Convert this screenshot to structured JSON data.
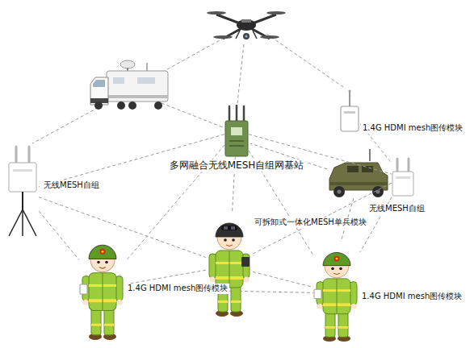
{
  "diagram": {
    "nodes": [
      {
        "text": [
          "1.4G HDMI mesh图传模块"
        ]
      },
      {
        "text": [
          "多网融合无线MESH自组网基站"
        ]
      },
      {
        "text": [
          "无线MESH自组"
        ]
      },
      {
        "text": [
          "无线MESH自组"
        ]
      },
      {
        "text": [
          "可拆卸式一体化MESH单兵模块"
        ]
      },
      {
        "text": [
          "1.4G HDMI mesh图传模块"
        ]
      },
      {
        "text": [
          "1.4G HDMI mesh图传模块"
        ]
      }
    ],
    "edges": [
      {
        "from": 1,
        "to": 2,
        "arrow": "none"
      },
      {
        "from": 1,
        "to": 3,
        "arrow": "none"
      },
      {
        "from": 1,
        "to": 4,
        "arrow": "none"
      },
      {
        "from": 1,
        "to": 5,
        "arrow": "none"
      },
      {
        "from": 1,
        "to": 6,
        "arrow": "none"
      },
      {
        "from": 0,
        "to": 3,
        "arrow": "none"
      },
      {
        "from": 2,
        "to": 5,
        "arrow": "none"
      },
      {
        "from": 2,
        "to": 4,
        "arrow": "none"
      },
      {
        "from": 3,
        "to": 6,
        "arrow": "none"
      },
      {
        "from": 3,
        "to": 4,
        "arrow": "none"
      },
      {
        "from": 4,
        "to": 5,
        "arrow": "none"
      },
      {
        "from": 4,
        "to": 6,
        "arrow": "none"
      },
      {
        "from": 5,
        "to": 6,
        "arrow": "none"
      }
    ]
  }
}
